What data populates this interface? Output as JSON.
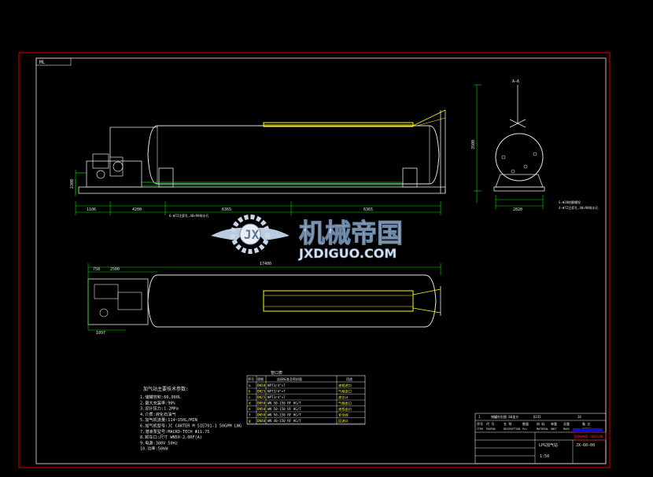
{
  "drawing": {
    "sheet_tag": "ML",
    "side_view_dims": {
      "left_overhang": "1106",
      "bottom_left": "4200",
      "bottom_mid_label": "6-Φ72注浆孔,40×90排水孔",
      "bottom_mid": "6365",
      "bottom_right": "6365",
      "height_left": "2300"
    },
    "end_view": {
      "section_label": "A—A",
      "width_dim": "2820",
      "height_dim": "3500",
      "note1": "S-Φ20地脚螺栓",
      "note2": "4-Φ72注浆孔,40×90排水孔"
    },
    "plan_view_dims": {
      "top_left": "758",
      "top_mid": "2500",
      "overall": "17400",
      "bottom_left": "1097"
    },
    "valve_table": {
      "title": "管口表",
      "headers": [
        "序号",
        "规格",
        "连接标准及密封面",
        "用途"
      ],
      "rows": [
        [
          "a",
          "DN50",
          "NPT3/4\"×7",
          "液相进口"
        ],
        [
          "b",
          "DN25",
          "NPT3/4\"×7",
          "气相进口"
        ],
        [
          "c",
          "DN25",
          "NPT3/4\"×7",
          "液位计"
        ],
        [
          "d",
          "DN50",
          "WN 50-150 RF HG/T",
          "气相出口"
        ],
        [
          "e",
          "DN50",
          "WN 50-150 RF HG/T",
          "液相出口"
        ],
        [
          "f",
          "DN50",
          "WN 50-150 RF HG/T",
          "安全阀"
        ],
        [
          "g",
          "DN40",
          "WN 40-150 RF HG/T",
          "回流口"
        ]
      ]
    },
    "spec_notes": {
      "title": "加气站主要技术参数:",
      "items": [
        "1.储罐容积:60,000L",
        "2.最大充装率:90%",
        "3.设计压力:1.2MPa",
        "4.介质:液化石油气",
        "5.加气机流量:114~150L/MIN",
        "6.加气机型号:JC CARTER M 5IE701-1 50GPM LNG",
        "7.潜液泵型号:MACRO-TECH Φ11.75",
        "8.卸车口:尺寸 WN50-2.0RF(A)",
        "9.电源:380V 50Hz",
        "10.功率:50kW"
      ]
    },
    "title_block": {
      "r1": [
        "1",
        "储罐外形图 60立方",
        "1",
        "Q235",
        "",
        "28"
      ],
      "r2": [
        "序号",
        "代 号",
        "名 称",
        "数量",
        "材 料",
        "单重",
        "总重",
        "备 注"
      ],
      "r2_en": [
        "ITEM",
        "PARTNO",
        "DESCRIPTION",
        "Pcs",
        "MATERIAL",
        "UNIT",
        "MASS",
        "REMARK"
      ],
      "company_red": "机械帝国  JXDIGUO",
      "drawing_name": "LPG加气站",
      "drawing_no": "JX-60-00",
      "scale": "1:50"
    },
    "watermark": {
      "cn": "机械帝国",
      "en": "JXDIGUO.COM"
    }
  }
}
